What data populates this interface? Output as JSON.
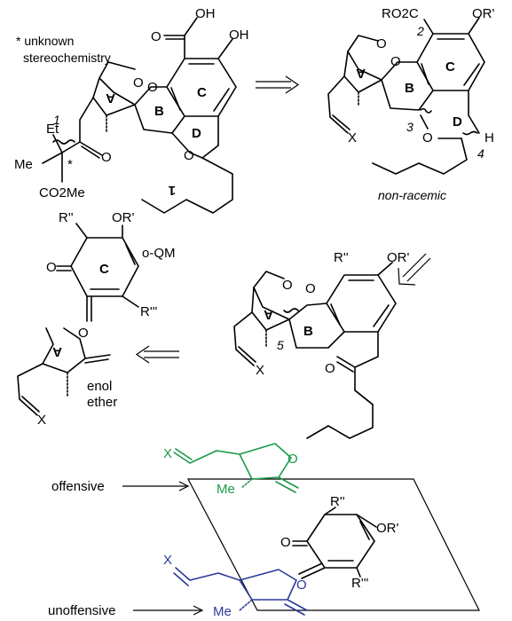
{
  "note": {
    "line1": "* unknown",
    "line2": "stereochemistry"
  },
  "target": {
    "OH_top": "OH",
    "OH_right": "OH",
    "O_acid": "O",
    "O_ring": "O",
    "O_pyran": "O",
    "O_furan": "O",
    "O_ketone": "O",
    "Et": "Et",
    "Me": "Me",
    "CO2Me": "CO2Me",
    "star_side": "*",
    "num1": "1",
    "ring_A": "A",
    "ring_B": "B",
    "ring_C": "C",
    "ring_D": "D",
    "fragment_1": "1"
  },
  "intermediate_top": {
    "RO2C": "RO2C",
    "OR": "OR'",
    "O_furan": "O",
    "O_ring": "O",
    "O_D": "O",
    "H": "H",
    "X": "X",
    "num2": "2",
    "num3": "3",
    "num4": "4",
    "ring_A": "A",
    "ring_B": "B",
    "ring_C": "C",
    "ring_D": "D",
    "caption": "non-racemic"
  },
  "oqm": {
    "R2": "R''",
    "OR": "OR'",
    "O": "O",
    "R3": "R'''",
    "label": "o-QM",
    "ring_C": "C"
  },
  "enol": {
    "O": "O",
    "X": "X",
    "ring_A": "A",
    "label1": "enol",
    "label2": "ether"
  },
  "intermediate_mid": {
    "R2": "R''",
    "OR": "OR'",
    "O_furan": "O",
    "O_ring": "O",
    "O_ketone": "O",
    "X": "X",
    "num5": "5",
    "ring_A": "A",
    "ring_B": "B"
  },
  "approach": {
    "offensive": "offensive",
    "unoffensive": "unoffensive",
    "X_top": "X",
    "Me_top": "Me",
    "O_top": "O",
    "X_bot": "X",
    "Me_bot": "Me",
    "O_bot": "O",
    "O_qm": "O",
    "R2": "R''",
    "OR": "OR'",
    "R3": "R'''",
    "color_offensive": "#1a9a4a",
    "color_unoffensive": "#2a3a9a"
  }
}
